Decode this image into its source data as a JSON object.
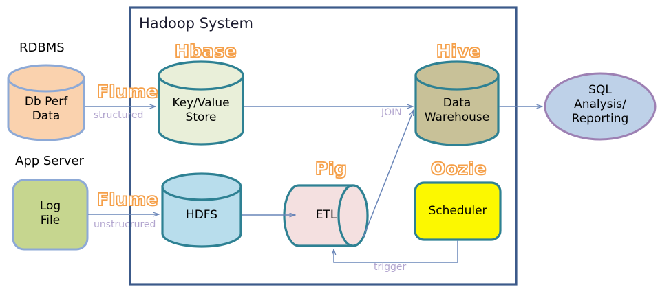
{
  "diagram": {
    "title": "Hadoop System",
    "frame_color": "#3c5a8a"
  },
  "external_labels": [
    {
      "name": "rdbms-label",
      "text": "RDBMS"
    },
    {
      "name": "app-server-label",
      "text": "App Server"
    }
  ],
  "tech_labels": [
    {
      "name": "hbase-label",
      "text": "Hbase",
      "color": "#F5A04A"
    },
    {
      "name": "hive-label",
      "text": "Hive",
      "color": "#F5A04A"
    },
    {
      "name": "pig-label",
      "text": "Pig",
      "color": "#F5A04A"
    },
    {
      "name": "oozie-label",
      "text": "Oozie",
      "color": "#F5A04A"
    },
    {
      "name": "flume-label-top",
      "text": "Flume",
      "color": "#F5A04A"
    },
    {
      "name": "flume-label-bottom",
      "text": "Flume",
      "color": "#F5A04A"
    }
  ],
  "nodes": {
    "db_perf": {
      "text": "Db Perf\nData",
      "fill": "#FAD2AE",
      "stroke": "#8DA9D6",
      "shape": "cylinder"
    },
    "log_file": {
      "text": "Log\nFile",
      "fill": "#C6D68F",
      "stroke": "#8DA9D6",
      "shape": "rounded-rect"
    },
    "key_value": {
      "text": "Key/Value\nStore",
      "fill": "#E9EFD9",
      "stroke": "#2E8193",
      "shape": "cylinder"
    },
    "hdfs": {
      "text": "HDFS",
      "fill": "#B8DDEC",
      "stroke": "#2E8193",
      "shape": "cylinder"
    },
    "etl": {
      "text": "ETL",
      "fill": "#F4E0E0",
      "stroke": "#2E8193",
      "shape": "horizontal-cylinder"
    },
    "scheduler": {
      "text": "Scheduler",
      "fill": "#FCF800",
      "stroke": "#2E8193",
      "shape": "rounded-rect"
    },
    "data_warehouse": {
      "text": "Data\nWarehouse",
      "fill": "#C8C198",
      "stroke": "#2E8193",
      "shape": "cylinder"
    },
    "sql_analysis": {
      "text": "SQL\nAnalysis/\nReporting",
      "fill": "#BED1E8",
      "stroke": "#9D80B3",
      "shape": "ellipse"
    }
  },
  "edges": [
    {
      "name": "edge-db-to-hbase",
      "label": "structured"
    },
    {
      "name": "edge-log-to-hdfs",
      "label": "unstrucrured"
    },
    {
      "name": "edge-hbase-to-hive",
      "label": "JOIN"
    },
    {
      "name": "edge-hdfs-to-etl",
      "label": ""
    },
    {
      "name": "edge-etl-to-hive",
      "label": ""
    },
    {
      "name": "edge-hive-to-sql",
      "label": ""
    },
    {
      "name": "edge-scheduler-to-etl",
      "label": "trigger"
    }
  ],
  "edge_label_color": "#b3a6cf",
  "arrow_color": "#6985B8"
}
